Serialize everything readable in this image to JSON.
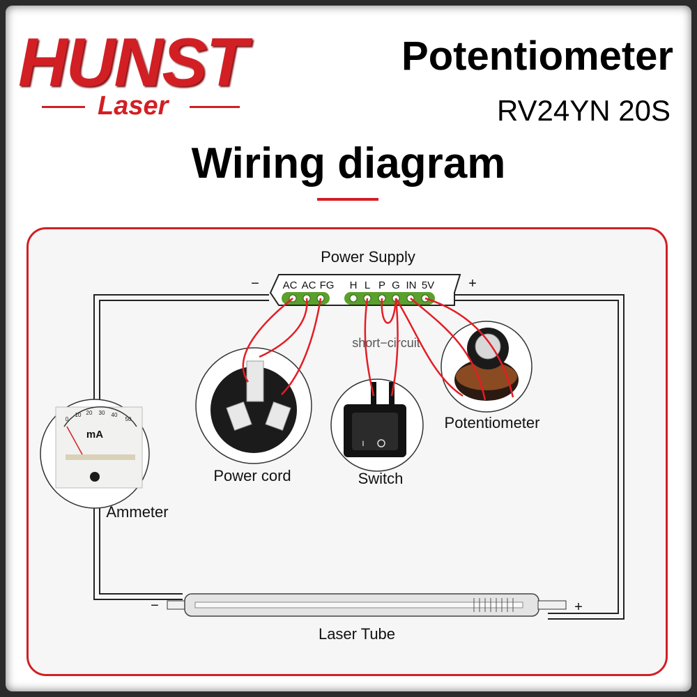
{
  "brand": {
    "logo_text": "HUNST",
    "logo_subtext": "Laser",
    "colors": {
      "accent": "#d21f24",
      "wire": "#e41d25",
      "terminal": "#5aa02c"
    }
  },
  "header": {
    "title": "Potentiometer",
    "model": "RV24YN 20S",
    "heading": "Wiring diagram"
  },
  "diagram": {
    "power_supply": {
      "label": "Power Supply",
      "minus": "−",
      "plus": "+",
      "terminals_left": [
        "AC",
        "AC",
        "FG"
      ],
      "terminals_right": [
        "H",
        "L",
        "P",
        "G",
        "IN",
        "5V"
      ]
    },
    "short_circuit_label": "short−circuit",
    "components": {
      "power_cord": "Power cord",
      "switch": "Switch",
      "potentiometer": "Potentiometer",
      "ammeter": "Ammeter",
      "laser_tube": "Laser Tube"
    },
    "ammeter_face": {
      "unit": "mA",
      "scale": [
        "0",
        "10",
        "20",
        "30",
        "40",
        "50"
      ]
    },
    "laser_tube_polarity": {
      "minus": "−",
      "plus": "+"
    }
  }
}
